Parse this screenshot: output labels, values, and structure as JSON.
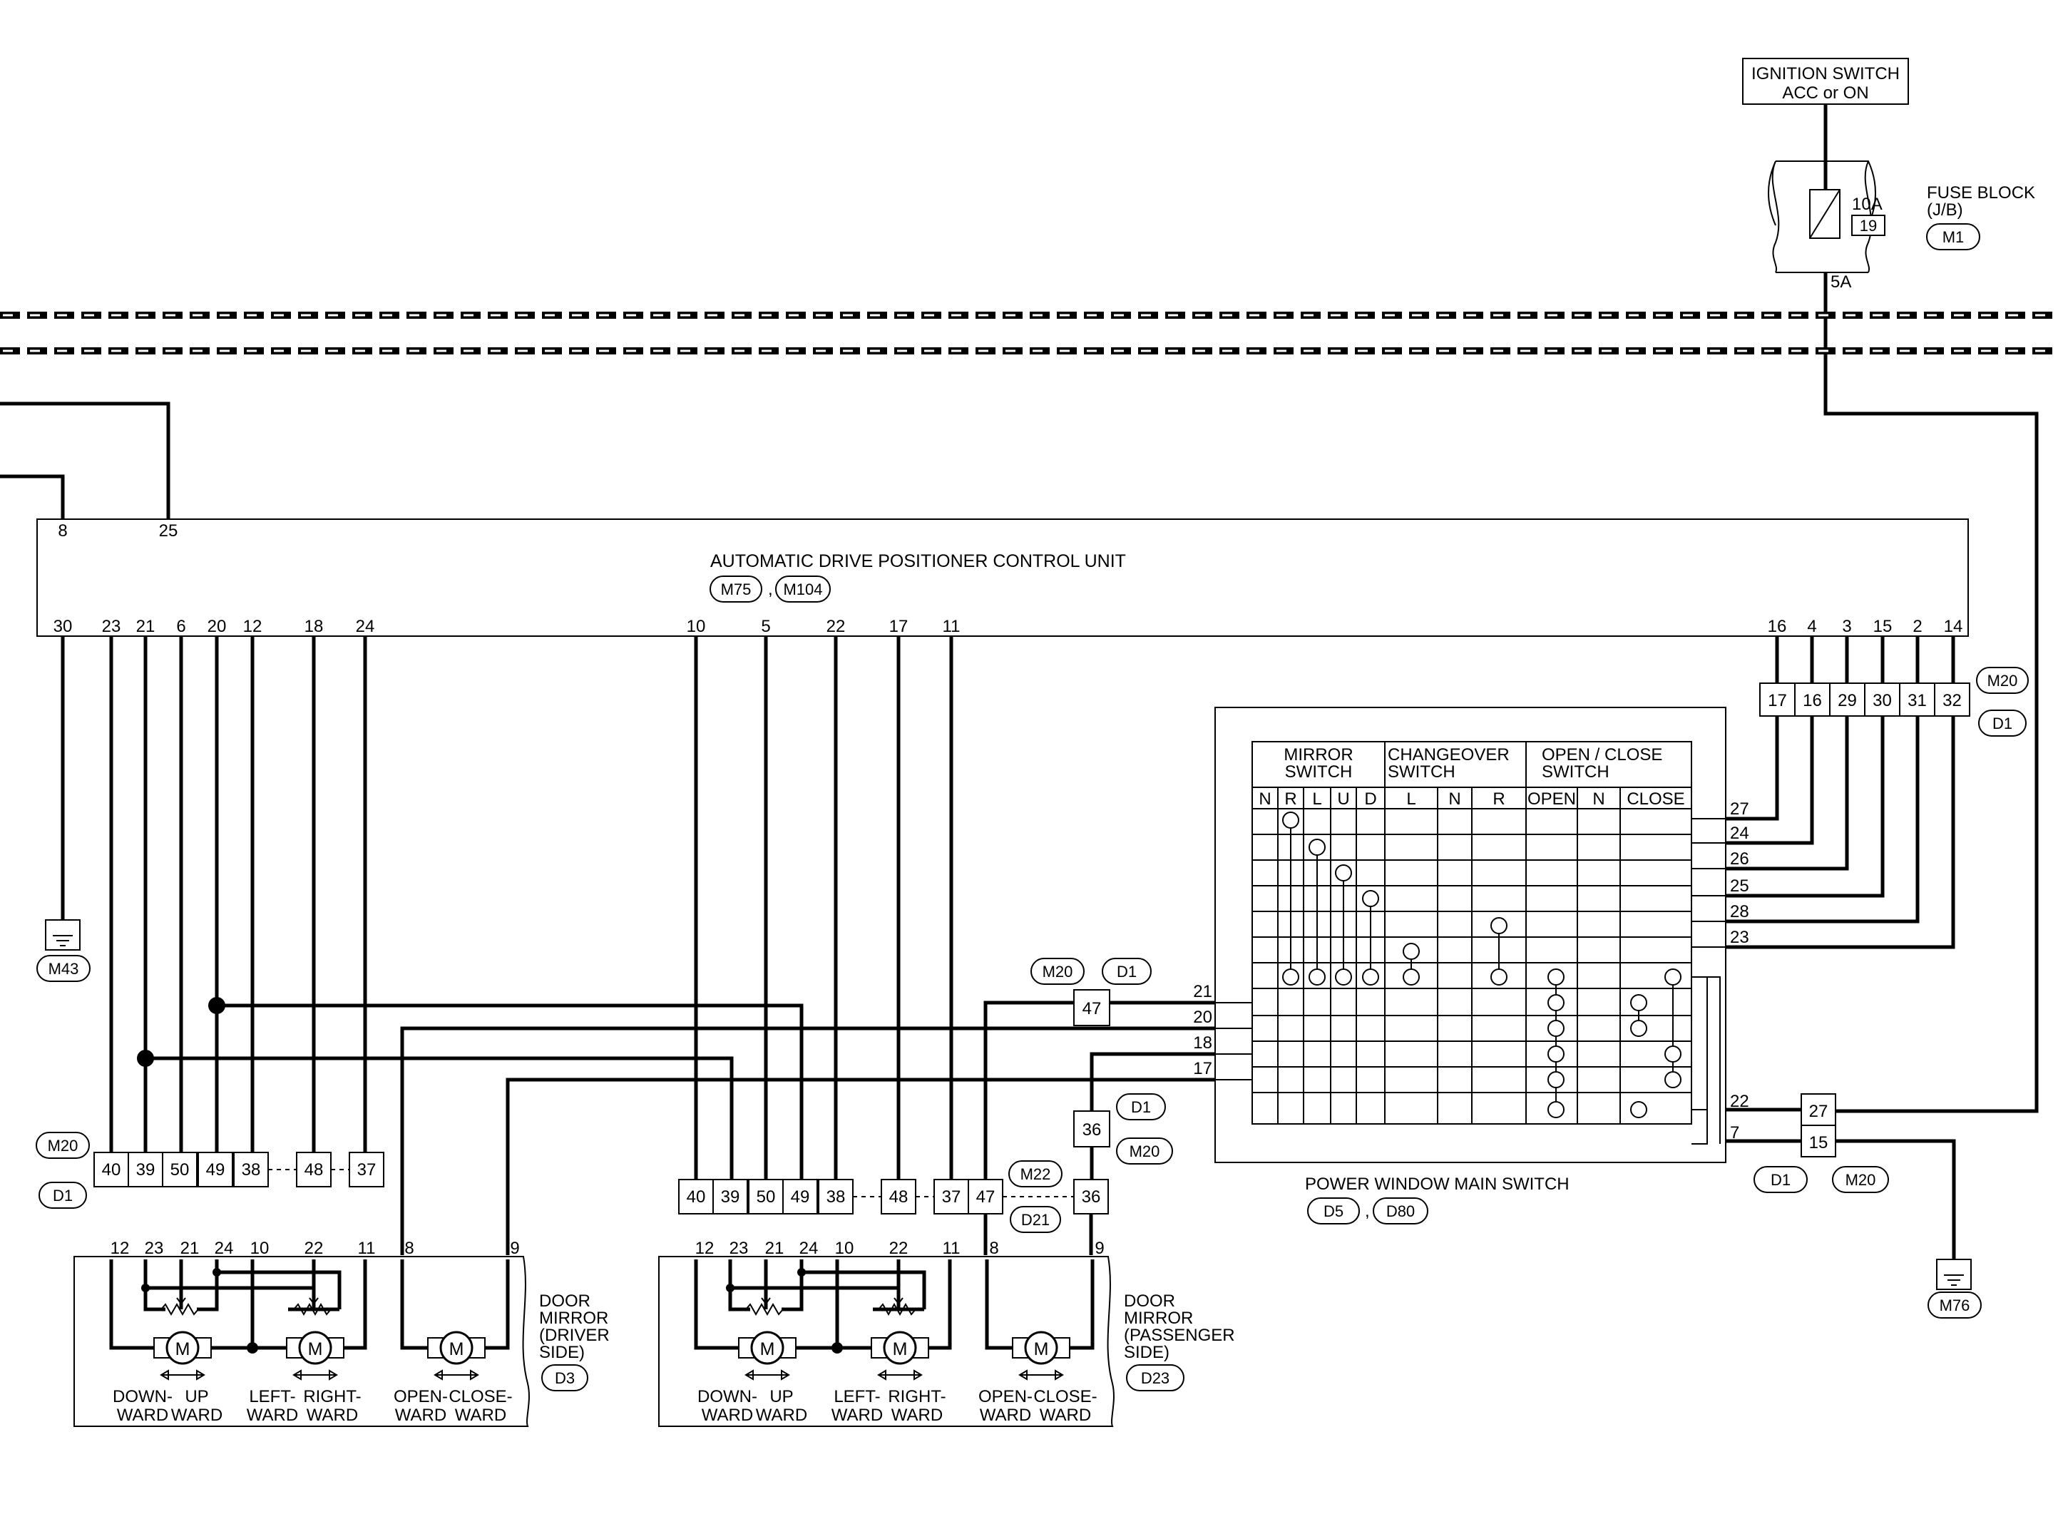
{
  "ignition_switch": {
    "line1": "IGNITION SWITCH",
    "line2": "ACC or ON"
  },
  "fuse_block": {
    "title": "FUSE BLOCK",
    "sub": "(J/B)",
    "rating": "10A",
    "number": "19",
    "connector": "M1",
    "pin": "5A"
  },
  "adp_unit": {
    "title": "AUTOMATIC DRIVE POSITIONER CONTROL UNIT",
    "connectors": [
      "M75",
      "M104"
    ],
    "top_pins": [
      "8",
      "25"
    ],
    "bottom_left_pins": [
      "30",
      "23",
      "21",
      "6",
      "20",
      "12",
      "18",
      "24"
    ],
    "bottom_mid_pins": [
      "10",
      "5",
      "22",
      "17",
      "11"
    ],
    "bottom_right_pins": [
      "16",
      "4",
      "3",
      "15",
      "2",
      "14"
    ]
  },
  "ground_left": "M43",
  "ground_right": "M76",
  "connector_m20_d1_right": {
    "top": "M20",
    "bottom": "D1",
    "pins": [
      "17",
      "16",
      "29",
      "30",
      "31",
      "32"
    ]
  },
  "pw_switch": {
    "title": "POWER WINDOW MAIN SWITCH",
    "connectors": [
      "D5",
      "D80"
    ],
    "col_groups": [
      {
        "line1": "MIRROR",
        "line2": "SWITCH"
      },
      {
        "line1": "CHANGEOVER",
        "line2": "SWITCH"
      },
      {
        "line1": "OPEN / CLOSE",
        "line2": "SWITCH"
      }
    ],
    "mirror_cols": [
      "N",
      "R",
      "L",
      "U",
      "D"
    ],
    "changeover_cols": [
      "L",
      "N",
      "R"
    ],
    "openclose_cols": [
      "OPEN",
      "N",
      "CLOSE"
    ],
    "right_pins": [
      "27",
      "24",
      "26",
      "25",
      "28",
      "23"
    ],
    "left_pins": [
      "21",
      "20",
      "18",
      "17"
    ],
    "lower_pins": [
      "22",
      "7"
    ]
  },
  "inline_47": {
    "pin": "47",
    "labels": [
      "M20",
      "D1"
    ]
  },
  "inline_36": {
    "pin": "36",
    "labels": [
      "D1",
      "M20"
    ]
  },
  "connector_27_15": {
    "pins": [
      "27",
      "15"
    ],
    "labels": [
      "D1",
      "M20"
    ]
  },
  "driver_connector": {
    "labels": [
      "M20",
      "D1"
    ],
    "pins": [
      "40",
      "39",
      "50",
      "49",
      "38",
      "48",
      "37"
    ]
  },
  "passenger_connector": {
    "labels": [
      "M22",
      "D21"
    ],
    "pins": [
      "40",
      "39",
      "50",
      "49",
      "38",
      "48",
      "37",
      "47",
      "36"
    ]
  },
  "driver_mirror": {
    "pins": [
      "12",
      "23",
      "21",
      "24",
      "10",
      "22",
      "11",
      "8",
      "9"
    ],
    "title_lines": [
      "DOOR",
      "MIRROR",
      "(DRIVER",
      "SIDE)"
    ],
    "connector": "D3",
    "motor_label": "M",
    "labels_row1": [
      "DOWN-",
      "UP",
      "LEFT-",
      "RIGHT-",
      "OPEN-",
      "CLOSE-"
    ],
    "labels_row2": [
      "WARD",
      "WARD",
      "WARD",
      "WARD",
      "WARD",
      "WARD"
    ]
  },
  "passenger_mirror": {
    "pins": [
      "12",
      "23",
      "21",
      "24",
      "10",
      "22",
      "11",
      "8",
      "9"
    ],
    "title_lines": [
      "DOOR",
      "MIRROR",
      "(PASSENGER",
      "SIDE)"
    ],
    "connector": "D23",
    "motor_label": "M",
    "labels_row1": [
      "DOWN-",
      "UP",
      "LEFT-",
      "RIGHT-",
      "OPEN-",
      "CLOSE-"
    ],
    "labels_row2": [
      "WARD",
      "WARD",
      "WARD",
      "WARD",
      "WARD",
      "WARD"
    ]
  }
}
